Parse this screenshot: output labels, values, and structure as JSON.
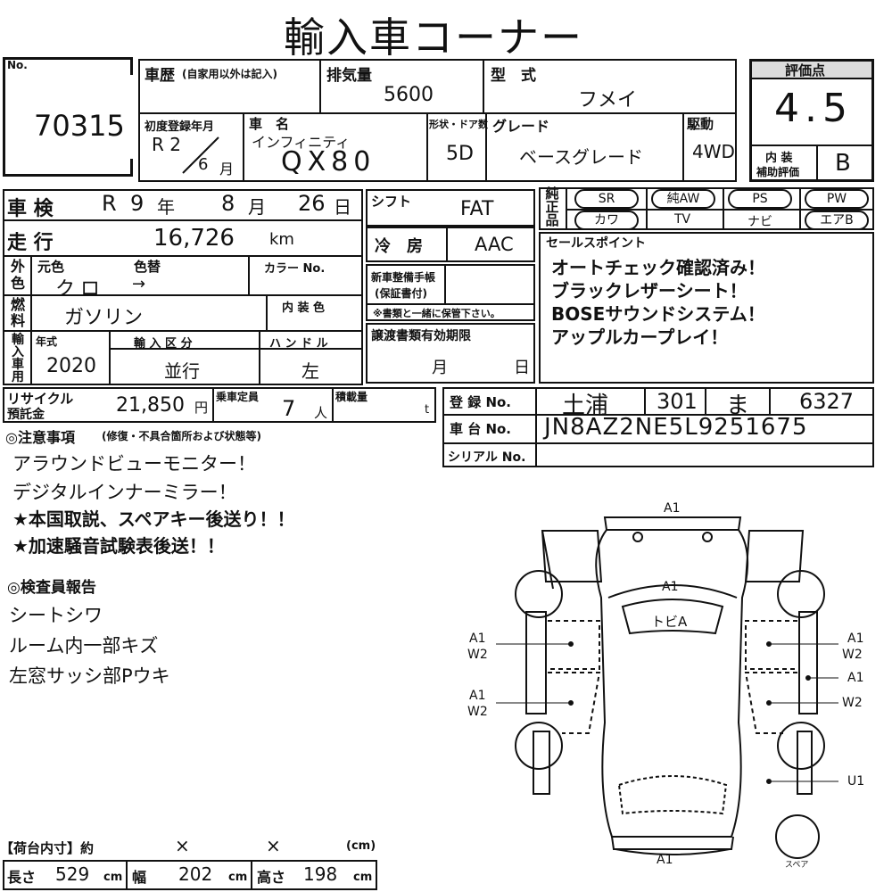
{
  "title": "輸入車コーナー",
  "number": {
    "label": "No.",
    "value": "70315"
  },
  "history": {
    "label": "車歴",
    "note": "(自家用以外は記入)",
    "value": ""
  },
  "displacement": {
    "label": "排気量",
    "value": "5600"
  },
  "model_type": {
    "label": "型　式",
    "value": "フメイ"
  },
  "rating": {
    "label": "評価点",
    "value": "4.5",
    "interior_label_1": "内 装",
    "interior_label_2": "補助評価",
    "interior_value": "B"
  },
  "first_registration": {
    "label": "初度登録年月",
    "era_year": "R 2",
    "month": "6",
    "month_unit": "月"
  },
  "car_name": {
    "label": "車　名",
    "maker": "インフィニティ",
    "name": "QX80"
  },
  "body": {
    "label": "形状・ドア数",
    "value": "5D"
  },
  "grade": {
    "label": "グレード",
    "value": "ベースグレード"
  },
  "drive": {
    "label": "駆動",
    "value": "4WD"
  },
  "inspection": {
    "label": "車 検",
    "era": "R",
    "year": "9",
    "year_unit": "年",
    "month": "8",
    "month_unit": "月",
    "day": "26",
    "day_unit": "日"
  },
  "shift": {
    "label": "シフト",
    "value": "FAT"
  },
  "equipment": {
    "label_1": "純",
    "label_2": "正",
    "label_3": "品",
    "items": [
      "SR",
      "純AW",
      "PS",
      "PW",
      "カワ",
      "TV",
      "ナビ",
      "エアB"
    ]
  },
  "mileage": {
    "label": "走 行",
    "value": "16,726",
    "unit": "km"
  },
  "aircon": {
    "label": "冷　房",
    "value": "AAC"
  },
  "sales_points": {
    "label": "セールスポイント",
    "items": [
      "オートチェック確認済み！",
      "ブラックレザーシート！",
      "BOSEサウンドシステム！",
      "アップルカープレイ！"
    ]
  },
  "color": {
    "side_1": "外",
    "side_2": "色",
    "original_label": "元色",
    "change_label": "色替",
    "code_label": "カラー No.",
    "original": "クロ",
    "arrow": "→"
  },
  "maintenance": {
    "label_1": "新車整備手帳",
    "label_2": "(保証書付)",
    "note": "※書類と一緒に保管下さい。"
  },
  "fuel": {
    "side_1": "燃",
    "side_2": "料",
    "value": "ガソリン",
    "interior_color_label": "内 装 色"
  },
  "import": {
    "side_1": "輸",
    "side_2": "入",
    "side_3": "車",
    "side_4": "用",
    "year_label": "年式",
    "year": "2020",
    "category_label": "輸 入 区 分",
    "category": "並行",
    "handle_label": "ハ ン ド ル",
    "handle": "左"
  },
  "transfer": {
    "label": "譲渡書類有効期限",
    "month_unit": "月",
    "day_unit": "日"
  },
  "recycle": {
    "label_1": "リサイクル",
    "label_2": "預託金",
    "value": "21,850",
    "unit": "円"
  },
  "capacity": {
    "label": "乗車定員",
    "value": "7",
    "unit": "人"
  },
  "load": {
    "label": "積載量",
    "unit": "t"
  },
  "registration": {
    "label": "登 録 No.",
    "region": "土浦",
    "class_no": "301",
    "kana": "ま",
    "number": "6327"
  },
  "chassis": {
    "label": "車 台 No.",
    "value": "JN8AZ2NE5L9251675"
  },
  "serial": {
    "label": "シリアル No.",
    "value": ""
  },
  "notes": {
    "heading": "◎注意事項",
    "heading_note": "(修復・不具合箇所および状態等)",
    "items": [
      "アラウンドビューモニター！",
      "デジタルインナーミラー！",
      "★本国取説、スペアキー後送り！！",
      "★加速騒音試験表後送！！"
    ]
  },
  "inspector": {
    "heading": "◎検査員報告",
    "items": [
      "シートシワ",
      "ルーム内一部キズ",
      "左窓サッシ部Pウキ"
    ]
  },
  "cargo": {
    "heading": "【荷台内寸】約",
    "times_1": "×",
    "times_2": "×",
    "unit_heading": "(cm)",
    "length_label": "長さ",
    "length": "529",
    "width_label": "幅",
    "width": "202",
    "height_label": "高さ",
    "height": "198",
    "unit": "cm"
  },
  "diagram": {
    "front": "A1",
    "hood": "A1",
    "roof": "トビA",
    "left_front_1": "A1",
    "left_front_2": "W2",
    "left_rear_1": "A1",
    "left_rear_2": "W2",
    "right_front_1": "A1",
    "right_front_2": "W2",
    "right_mid": "A1",
    "right_rear": "W2",
    "rear_quarter": "U1",
    "rear": "A1",
    "spare": "スペア"
  }
}
